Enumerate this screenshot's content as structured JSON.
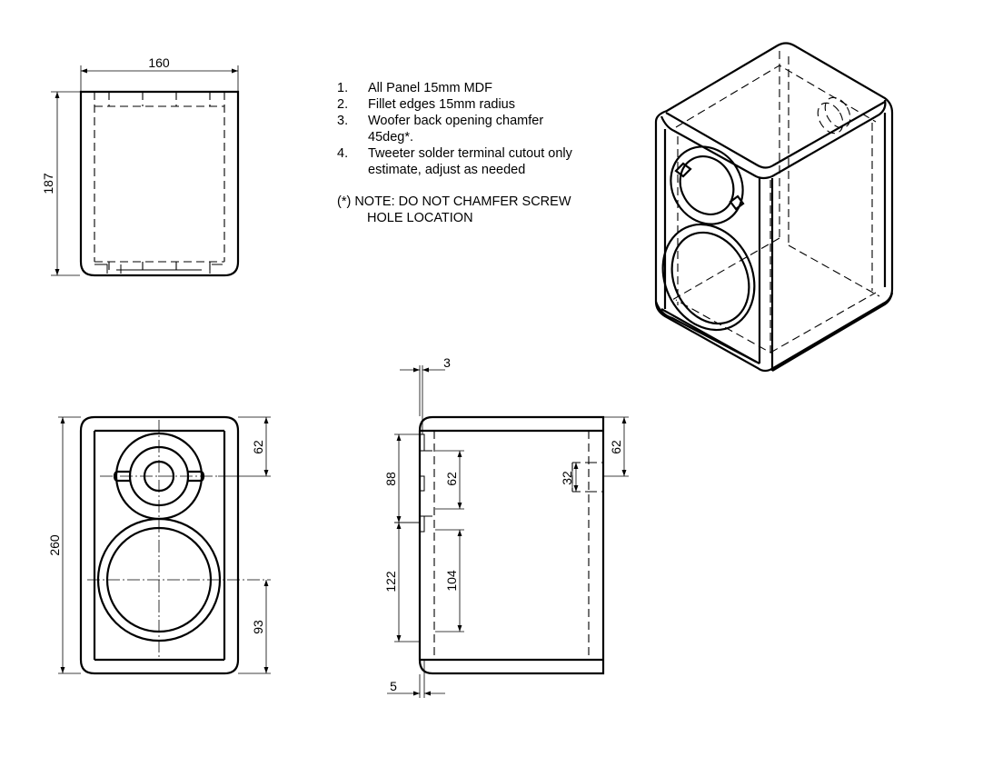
{
  "notes": {
    "items": [
      {
        "num": "1.",
        "text": "All Panel 15mm MDF"
      },
      {
        "num": "2.",
        "text": "Fillet edges 15mm radius"
      },
      {
        "num": "3.",
        "text": "Woofer back opening chamfer 45deg*."
      },
      {
        "num": "4.",
        "text": "Tweeter solder terminal cutout only estimate, adjust as needed"
      }
    ],
    "star_line1": "(*) NOTE: DO NOT CHAMFER SCREW",
    "star_line2": "HOLE LOCATION"
  },
  "dimensions": {
    "top_width": "160",
    "top_depth": "187",
    "front_height": "260",
    "front_tweeter": "62",
    "front_woofer": "93",
    "side_recess": "3",
    "side_bottom": "5",
    "side_tweeter_span": "88",
    "side_tweeter_cut": "62",
    "side_woofer_span": "122",
    "side_woofer_cut": "104",
    "side_terminal_top": "62",
    "side_terminal_cut": "32"
  }
}
